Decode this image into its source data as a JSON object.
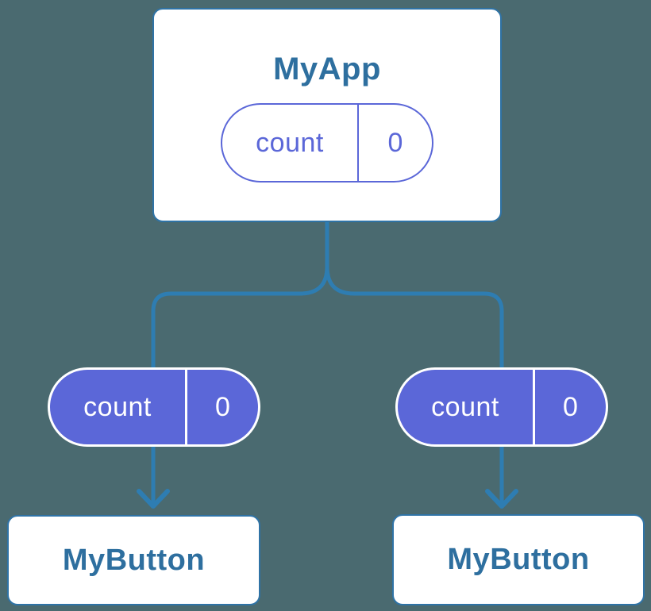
{
  "diagram": {
    "description": "Component tree diagram: parent component holding state passed to two child buttons",
    "colors": {
      "background": "#4A6A70",
      "connector_line": "#2E7DB2",
      "node_border": "#2F73A6",
      "node_text": "#2E6F9F",
      "accent_purple": "#5B67D8",
      "node_fill": "#FFFFFF"
    },
    "root": {
      "title": "MyApp",
      "state_pill": {
        "key": "count",
        "value": "0"
      }
    },
    "children": [
      {
        "state_pill": {
          "key": "count",
          "value": "0"
        },
        "title": "MyButton"
      },
      {
        "state_pill": {
          "key": "count",
          "value": "0"
        },
        "title": "MyButton"
      }
    ]
  }
}
